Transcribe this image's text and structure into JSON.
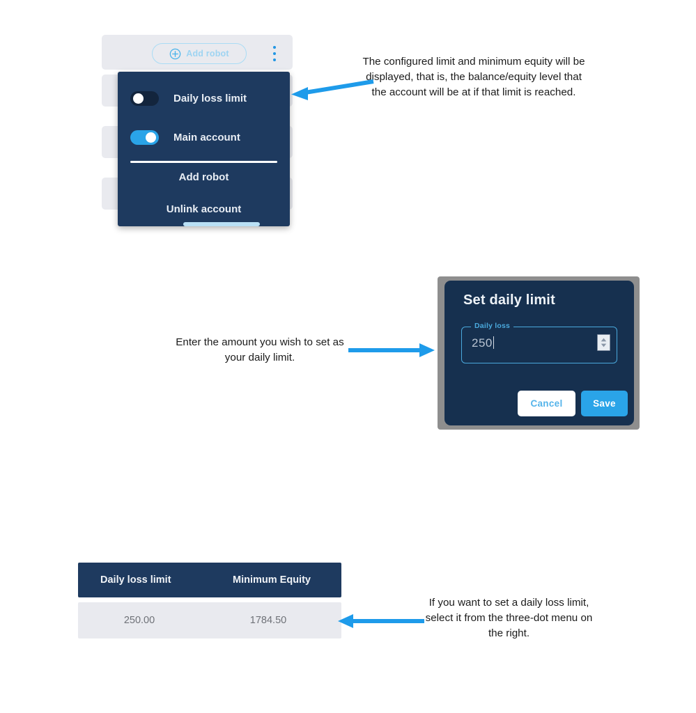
{
  "widget": {
    "add_robot_button": "Add robot",
    "add_robot_icon": "plus-circle-icon",
    "kebab_icon": "three-dot-menu-icon",
    "dropdown": {
      "items": [
        {
          "label": "Daily loss limit",
          "toggle": "off"
        },
        {
          "label": "Main account",
          "toggle": "on"
        }
      ],
      "actions": [
        {
          "label": "Add robot"
        },
        {
          "label": "Unlink account"
        }
      ]
    }
  },
  "dialog": {
    "title": "Set daily limit",
    "field_legend": "Daily loss",
    "field_value": "250",
    "spinner_icon": "number-stepper-icon",
    "cancel_label": "Cancel",
    "save_label": "Save"
  },
  "table": {
    "columns": [
      "Daily loss limit",
      "Minimum Equity"
    ],
    "rows": [
      [
        "250.00",
        "1784.50"
      ]
    ]
  },
  "annotations": {
    "top": "The configured limit and minimum equity will be displayed, that is, the balance/equity level that the account will be at if that limit is reached.",
    "middle": "Enter the amount you wish to set as your daily limit.",
    "bottom": "If you want to set a daily loss limit, select it from the three-dot menu on the right."
  },
  "colors": {
    "accent_blue": "#2196e3",
    "panel_dark": "#1e3a5f",
    "dialog_dark": "#16304f",
    "row_gray": "#e9eaef",
    "toggle_on": "#2aa4e8"
  }
}
